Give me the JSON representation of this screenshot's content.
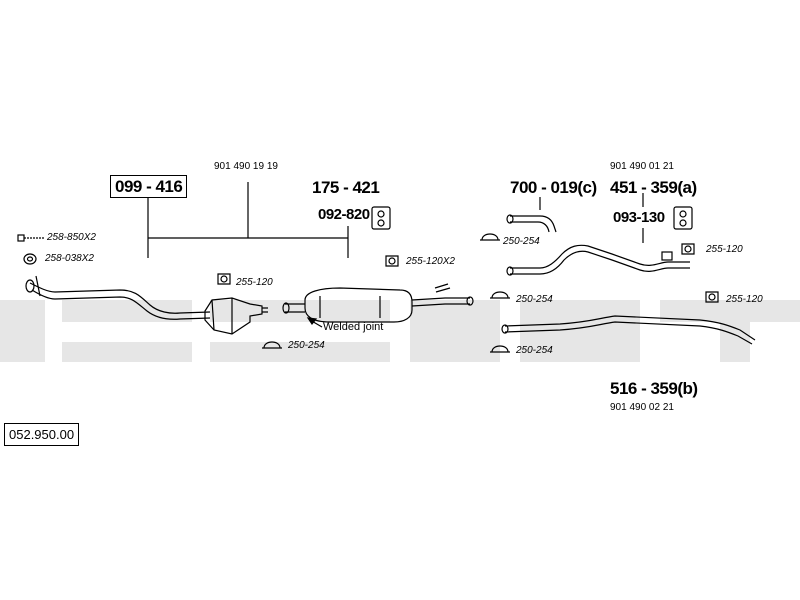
{
  "drawing_number": "052.950.00",
  "parts": {
    "p099_416": "099 - 416",
    "p175_421": "175 - 421",
    "p092_820": "092-820",
    "p700_019c": "700 - 019(c)",
    "p451_359a": "451 - 359(a)",
    "p093_130": "093-130",
    "p516_359b": "516 - 359(b)"
  },
  "oem_numbers": {
    "oem_1": "901 490 19 19",
    "oem_2": "901 490 01 21",
    "oem_3": "901 490 02 21"
  },
  "small_parts": {
    "s258_850": "258-850X2",
    "s258_038": "258-038X2",
    "s255_120_a": "255-120",
    "s250_254_a": "250-254",
    "s255_120x2": "255-120X2",
    "s250_254_b": "250-254",
    "s250_254_c": "250-254",
    "s250_254_d": "250-254",
    "s255_120_b": "255-120",
    "s255_120_c": "255-120"
  },
  "notes": {
    "welded_joint": "Welded joint"
  },
  "colors": {
    "background": "#ffffff",
    "watermark": "#e6e6e6",
    "line": "#000000"
  }
}
